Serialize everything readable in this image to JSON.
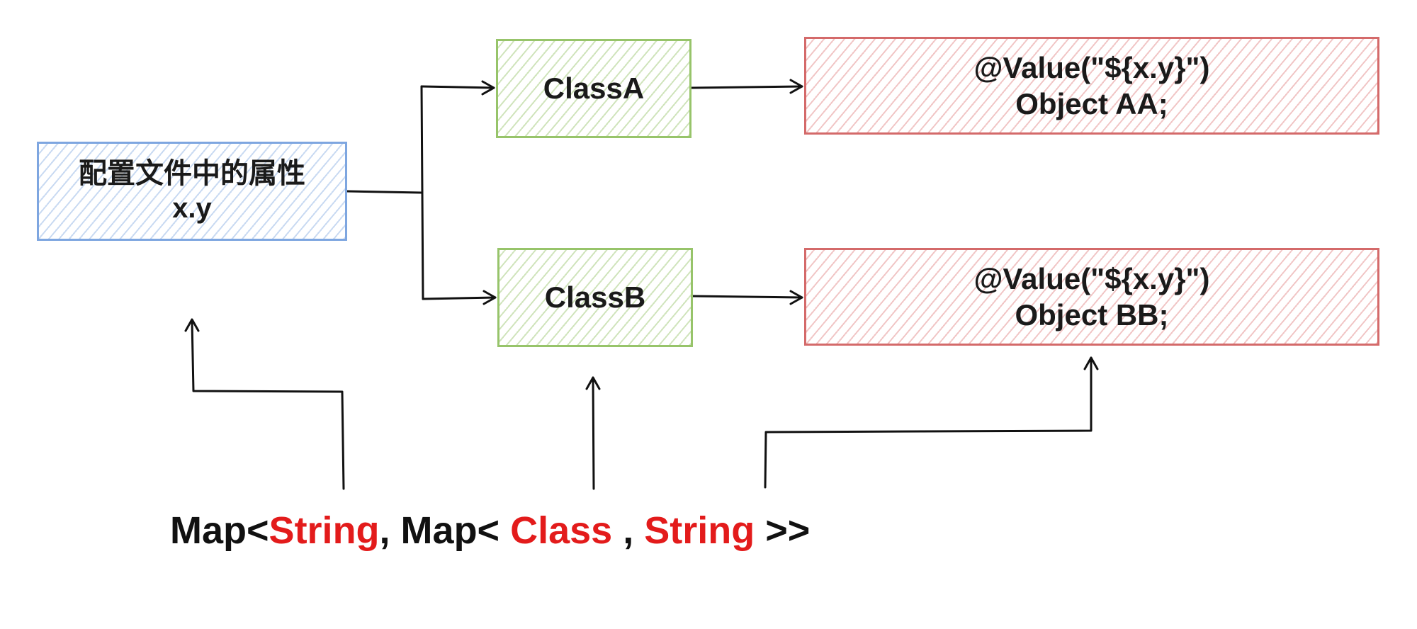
{
  "source_box": {
    "line1": "配置文件中的属性",
    "line2": "x.y"
  },
  "class_a": {
    "label": "ClassA"
  },
  "class_b": {
    "label": "ClassB"
  },
  "value_aa": {
    "line1": "@Value(\"${x.y}\")",
    "line2": "Object AA;"
  },
  "value_bb": {
    "line1": "@Value(\"${x.y}\")",
    "line2": "Object BB;"
  },
  "type_expression": {
    "part1": "Map<",
    "part2": "String",
    "part3": ", Map< ",
    "part4": "Class",
    "part5": " , ",
    "part6": "String",
    "part7": " >>"
  },
  "colors": {
    "blue_border": "#7ea6e0",
    "green_border": "#97c46a",
    "red_border": "#d46a6a",
    "highlight_text": "#e31b1b"
  }
}
